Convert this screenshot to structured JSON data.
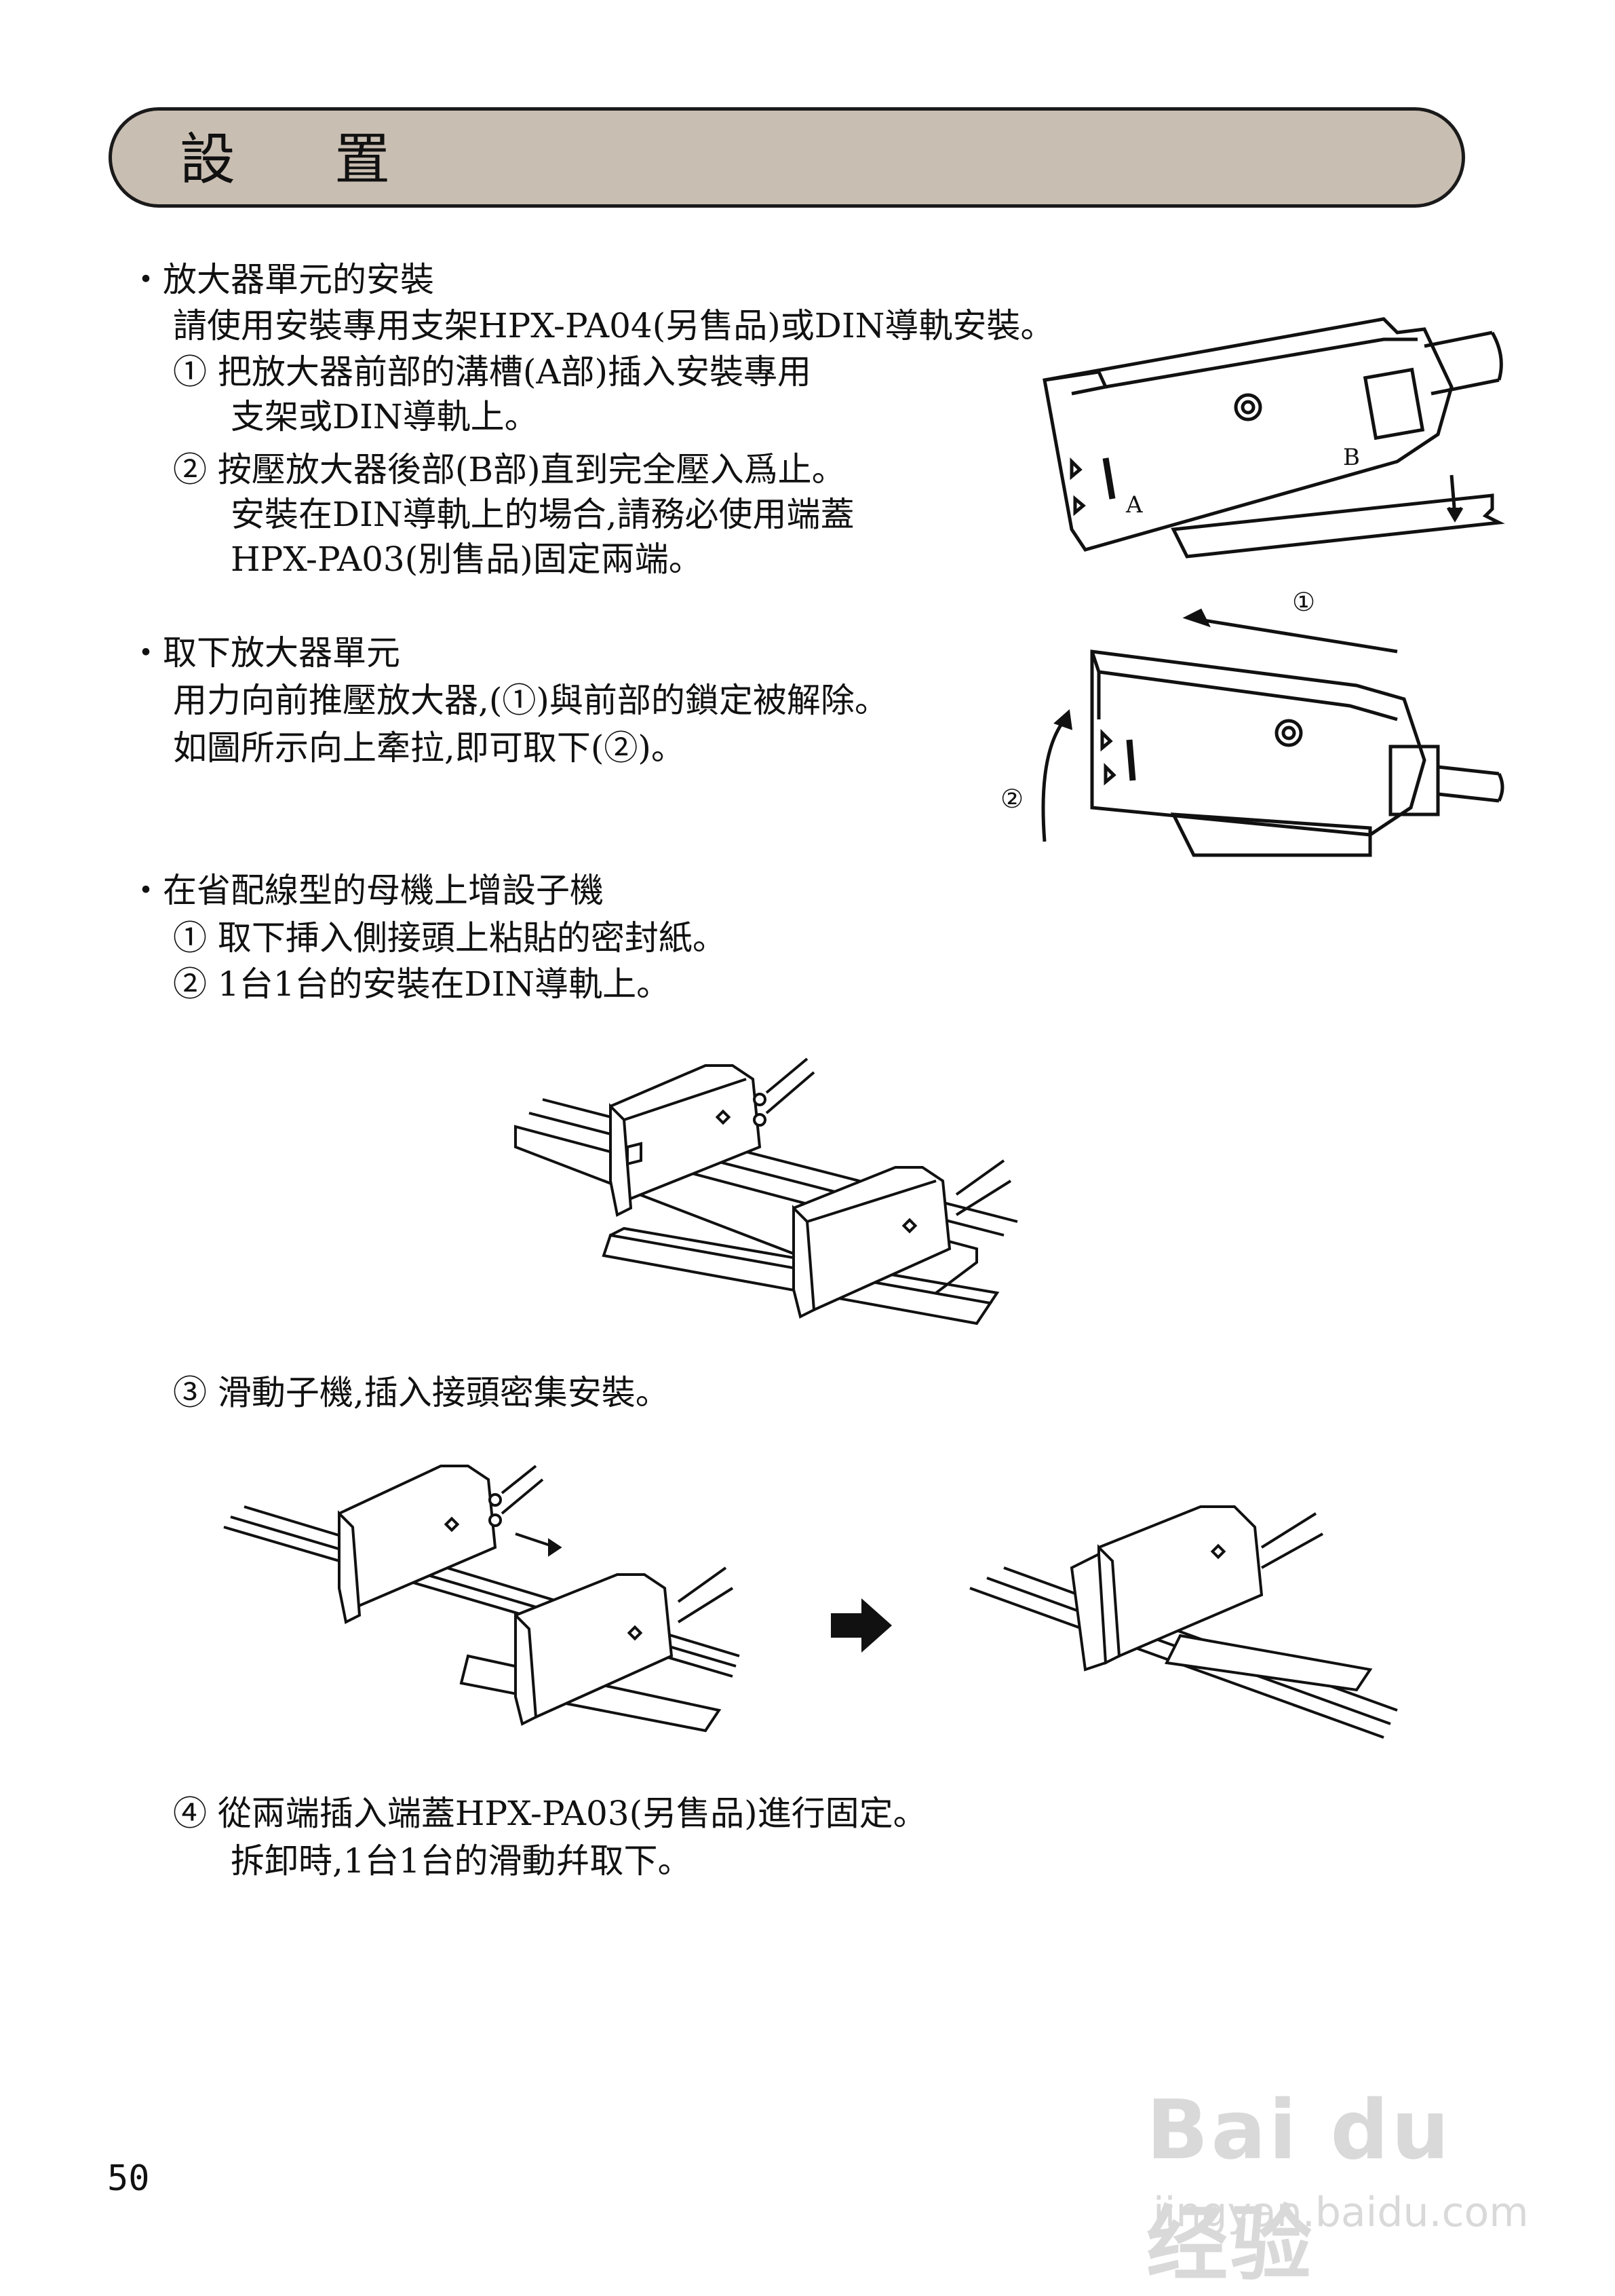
{
  "header": {
    "title": "設 置"
  },
  "sections": {
    "install": {
      "heading": "・放大器單元的安裝",
      "intro": "請使用安裝專用支架HPX-PA04(另售品)或DIN導軌安裝。",
      "step1_line1": "① 把放大器前部的溝槽(A部)插入安裝專用",
      "step1_line2": "支架或DIN導軌上。",
      "step2_line1": "② 按壓放大器後部(B部)直到完全壓入爲止。",
      "step2_line2": "安裝在DIN導軌上的場合,請務必使用端蓋",
      "step2_line3": "HPX-PA03(別售品)固定兩端。"
    },
    "remove": {
      "heading": "・取下放大器單元",
      "line1": "用力向前推壓放大器,(①)與前部的鎖定被解除。",
      "line2": "如圖所示向上牽拉,即可取下(②)。"
    },
    "add_sub": {
      "heading": "・在省配線型的母機上增設子機",
      "step1": "① 取下挿入側接頭上粘貼的密封紙。",
      "step2": "② 1台1台的安裝在DIN導軌上。",
      "step3": "③ 滑動子機,插入接頭密集安裝。",
      "step4_line1": "④ 從兩端插入端蓋HPX-PA03(另售品)進行固定。",
      "step4_line2": "拆卸時,1台1台的滑動幷取下。"
    }
  },
  "figures": {
    "install_diagram": {
      "label_a": "A",
      "label_b": "B"
    },
    "remove_diagram": {
      "label_1": "①",
      "label_2": "②"
    }
  },
  "page_number": "50",
  "watermark": {
    "logo": "Bai du 经验",
    "url": "jingyan.baidu.com"
  }
}
